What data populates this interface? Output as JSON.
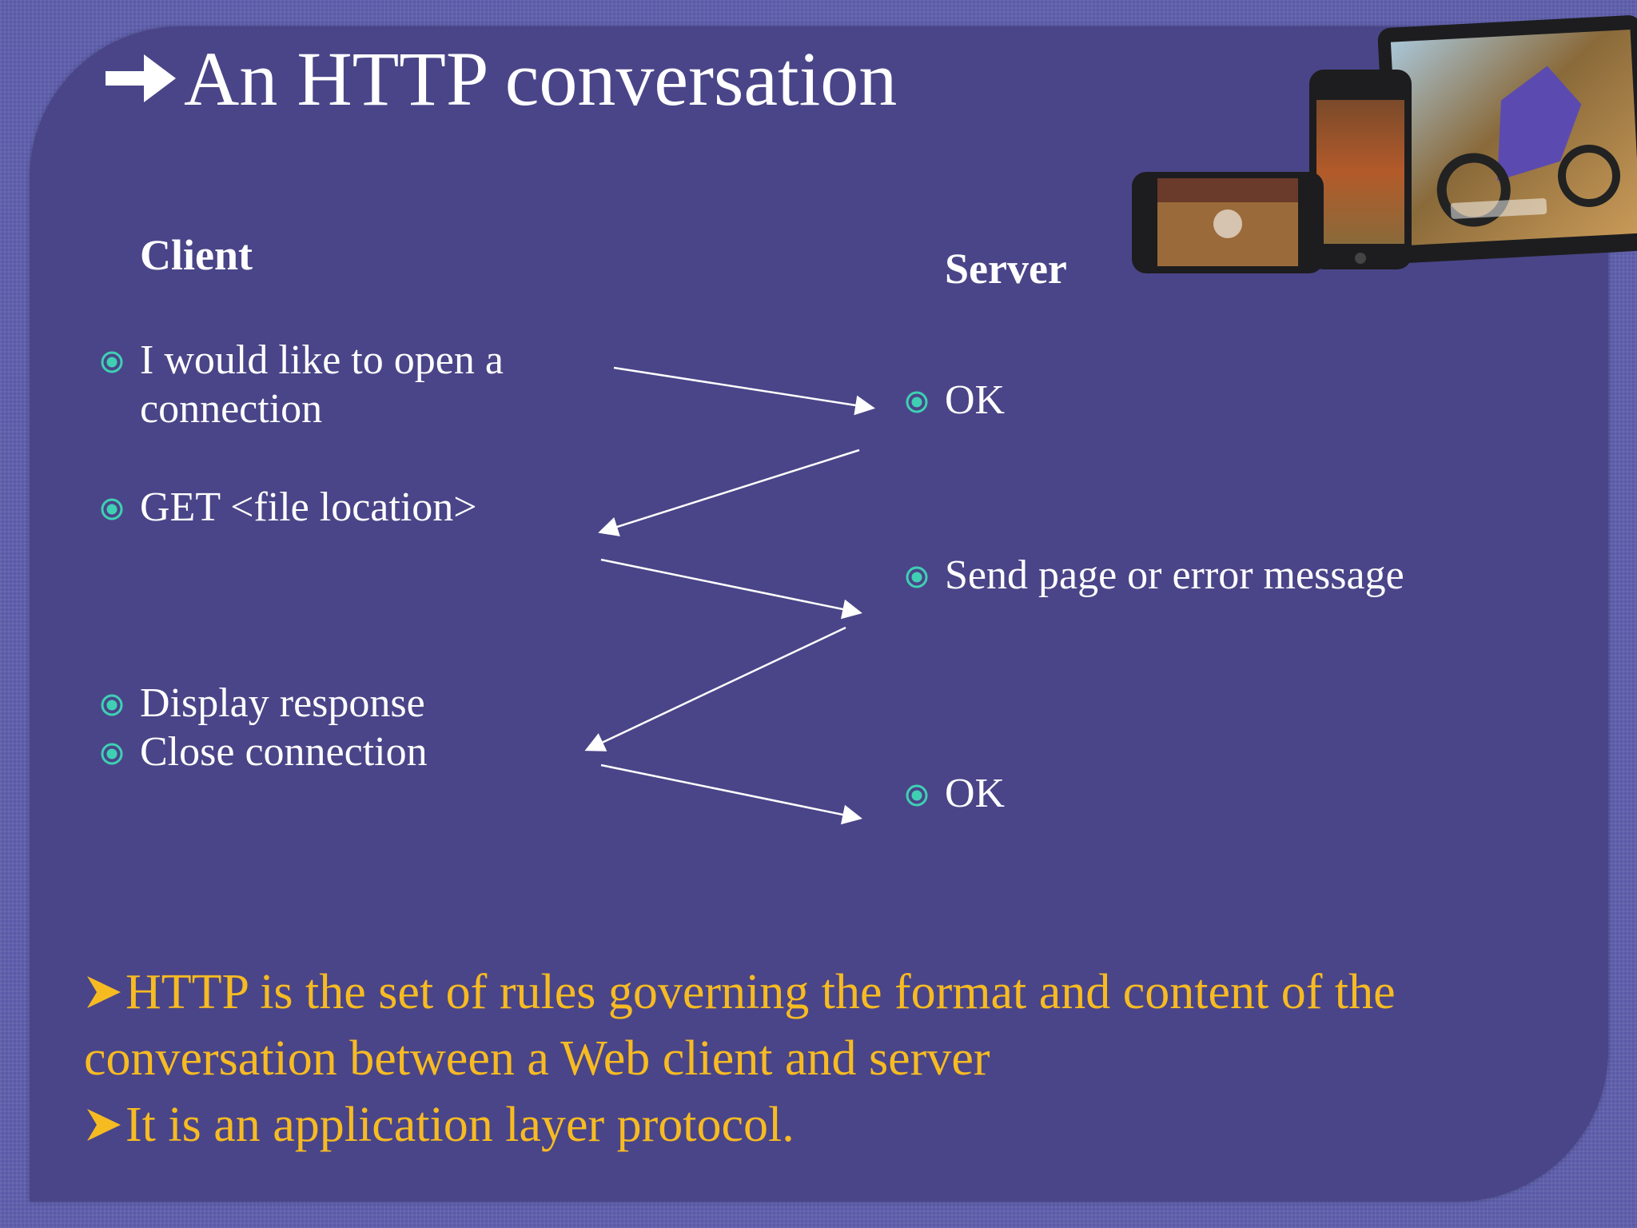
{
  "slide": {
    "title": "An HTTP conversation",
    "client_heading": "Client",
    "server_heading": "Server",
    "client_messages": [
      "I would like to open a connection",
      "GET <file location>",
      "Display response",
      "Close connection"
    ],
    "server_messages": [
      "OK",
      "Send page or error message",
      "OK"
    ],
    "notes": [
      "HTTP is the set of rules governing the format and content of the conversation between a Web client and server",
      "It is an application layer protocol."
    ],
    "colors": {
      "background": "#5a5aa8",
      "panel": "#4a4588",
      "text": "#ffffff",
      "bullet": "#3fd0b4",
      "notes": "#f7bb22"
    },
    "icons": [
      "right-arrow-icon",
      "bullet-circle-icon",
      "triangle-arrow-icon",
      "devices-image"
    ]
  }
}
